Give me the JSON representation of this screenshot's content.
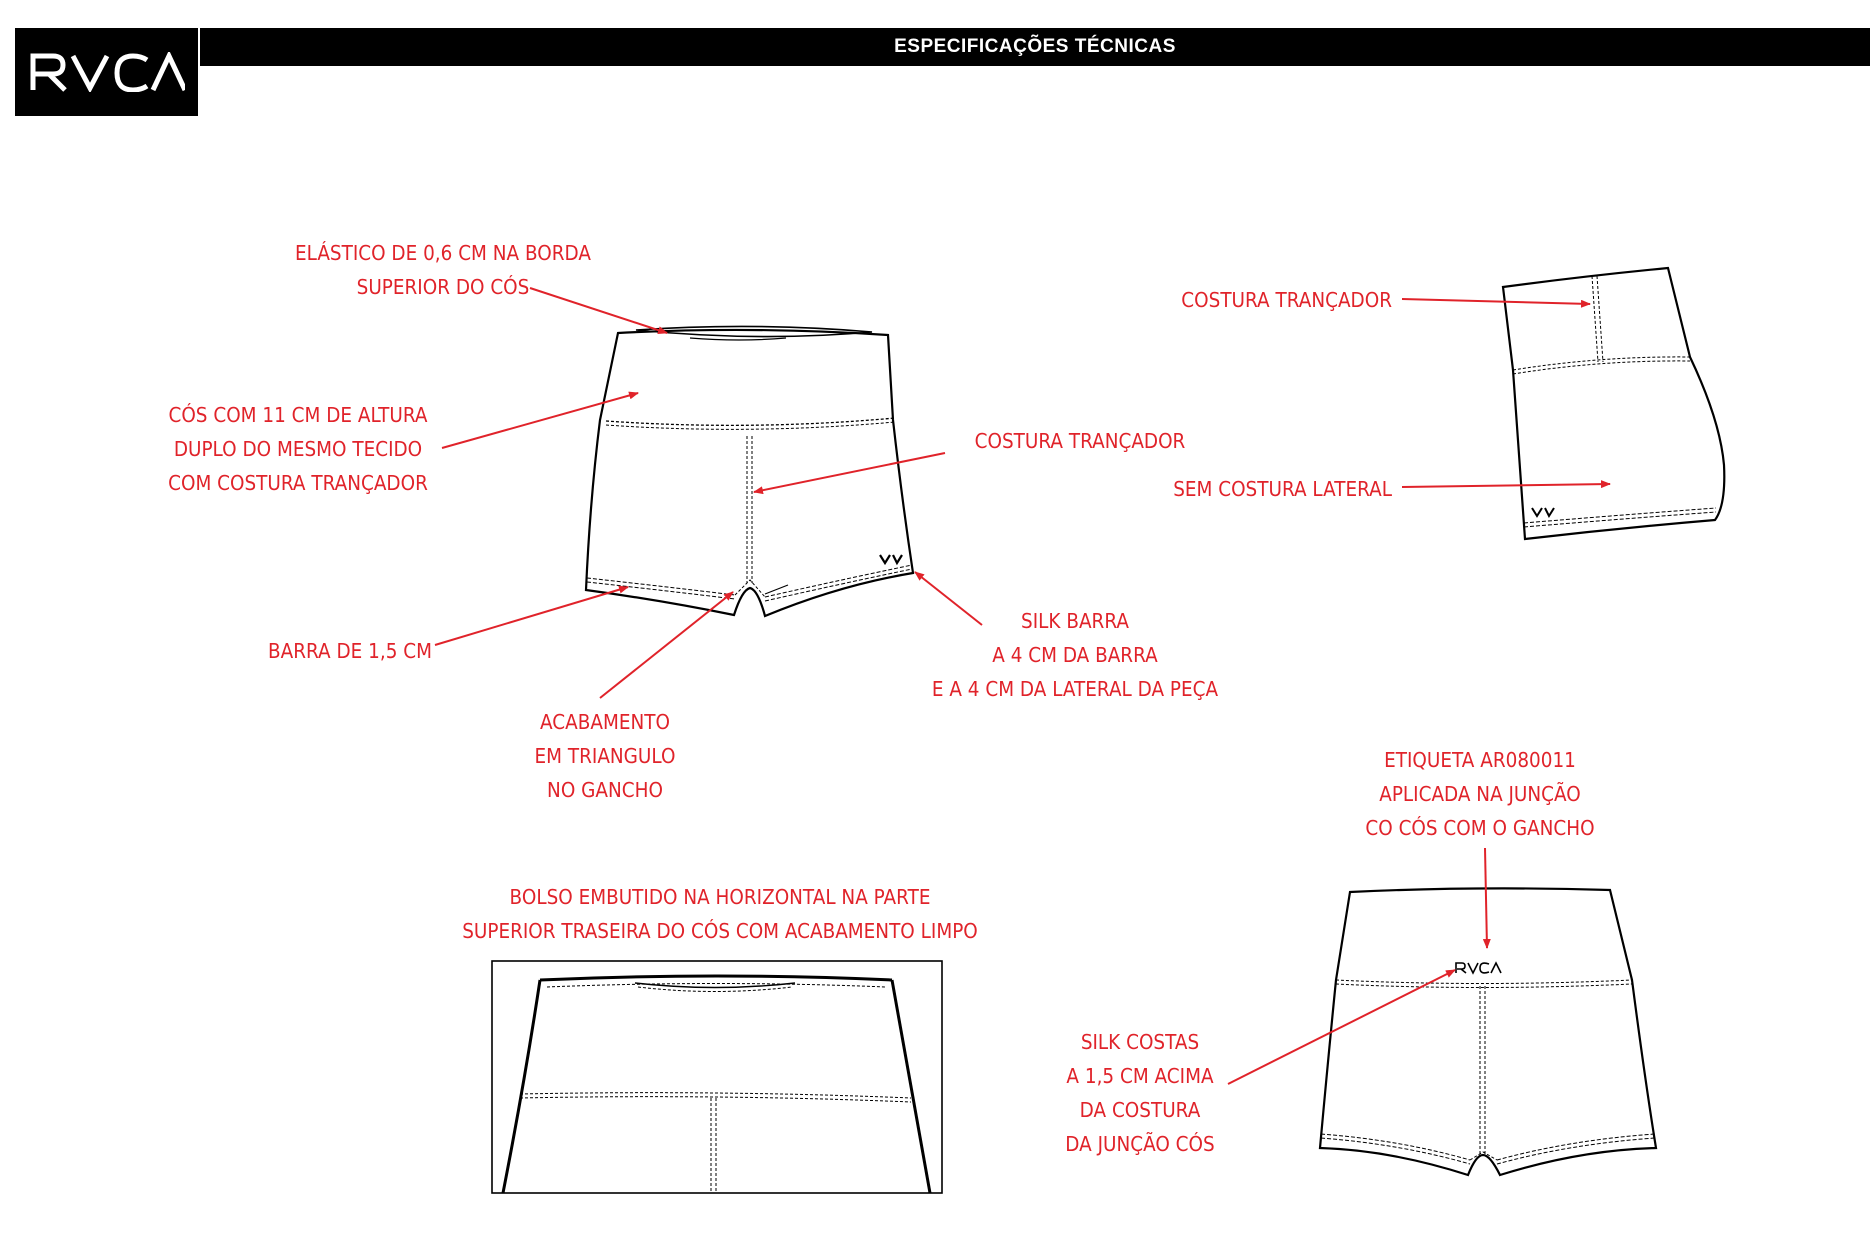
{
  "header": {
    "brand": "RVCA",
    "title": "ESPECIFICAÇÕES TÉCNICAS"
  },
  "garment_marks": {
    "front_logo": "VA",
    "side_logo": "VA",
    "back_logo": "RVCA"
  },
  "annotations": {
    "elastic": [
      "ELÁSTICO DE 0,6 CM NA BORDA",
      "SUPERIOR DO CÓS"
    ],
    "waistband": [
      "CÓS COM 11 CM DE ALTURA",
      "DUPLO DO MESMO TECIDO",
      "COM COSTURA TRANÇADOR"
    ],
    "front_seam": [
      "COSTURA TRANÇADOR"
    ],
    "hem": [
      "BARRA DE 1,5 CM"
    ],
    "crotch": [
      "ACABAMENTO",
      "EM TRIANGULO",
      "NO GANCHO"
    ],
    "silk_hem": [
      "SILK BARRA",
      "A 4 CM DA BARRA",
      "E A 4 CM DA LATERAL DA PEÇA"
    ],
    "side_seam": [
      "COSTURA TRANÇADOR"
    ],
    "no_side_seam": [
      "SEM COSTURA LATERAL"
    ],
    "label": [
      "ETIQUETA AR080011",
      "APLICADA NA JUNÇÃO",
      "CO CÓS COM O GANCHO"
    ],
    "pocket": [
      "BOLSO EMBUTIDO NA HORIZONTAL NA PARTE",
      "SUPERIOR TRASEIRA DO CÓS COM ACABAMENTO LIMPO"
    ],
    "silk_back": [
      "SILK COSTAS",
      "A 1,5 CM ACIMA",
      "DA COSTURA",
      "DA JUNÇÃO CÓS"
    ]
  },
  "colors": {
    "annotation": "#e0232a",
    "ink": "#000000",
    "stitch": "#555555"
  }
}
